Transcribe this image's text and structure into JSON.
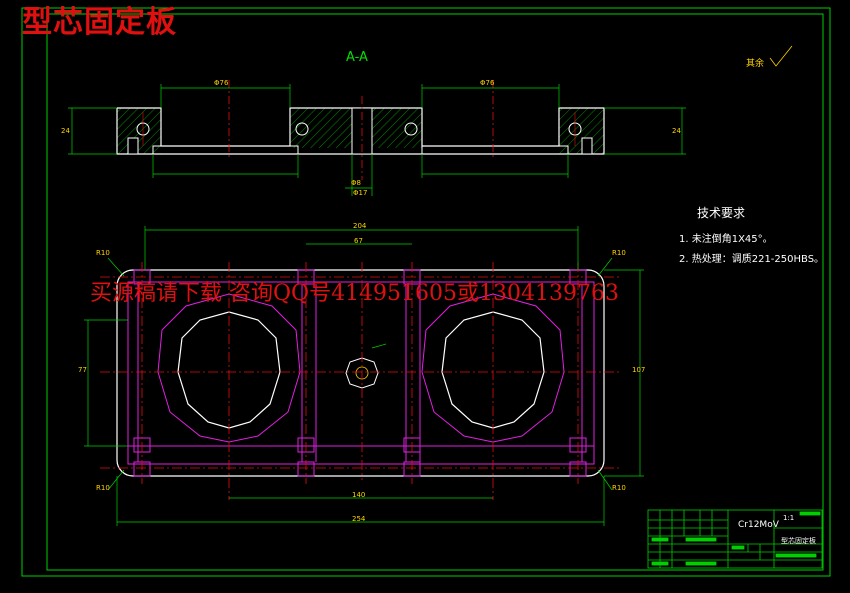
{
  "title": "型芯固定板",
  "section_label": "A-A",
  "watermark": "买源稿请下载  咨询QQ号414951605或1304139763",
  "technical_requirements": {
    "heading": "技术要求",
    "items": [
      "1.  未注倒角1X45°。",
      "2.  热处理：调质221-250HBS。"
    ]
  },
  "title_block": {
    "material": "Cr12MoV",
    "name": "型芯固定板",
    "scale": "1:1"
  },
  "roughness_note": "其余",
  "dimensions": {
    "overall_length": "254",
    "centre_distance": "140",
    "width": "107",
    "inner_width": "77",
    "top_span": "204",
    "slot": "67",
    "radius_tl": "R10",
    "radius_tr": "R10",
    "radius_bl": "R10",
    "radius_br": "R10",
    "left_bore": "Φ76",
    "right_bore": "Φ76",
    "center_hole": "Φ17",
    "center_hole_small": "Φ8",
    "left_height": "24",
    "right_height": "24"
  },
  "colors": {
    "border": "#00d000",
    "outline": "#ffffff",
    "centerline": "#e01010",
    "magenta": "#e020e0",
    "hatch": "#00b000",
    "dimension": "#00d000"
  }
}
